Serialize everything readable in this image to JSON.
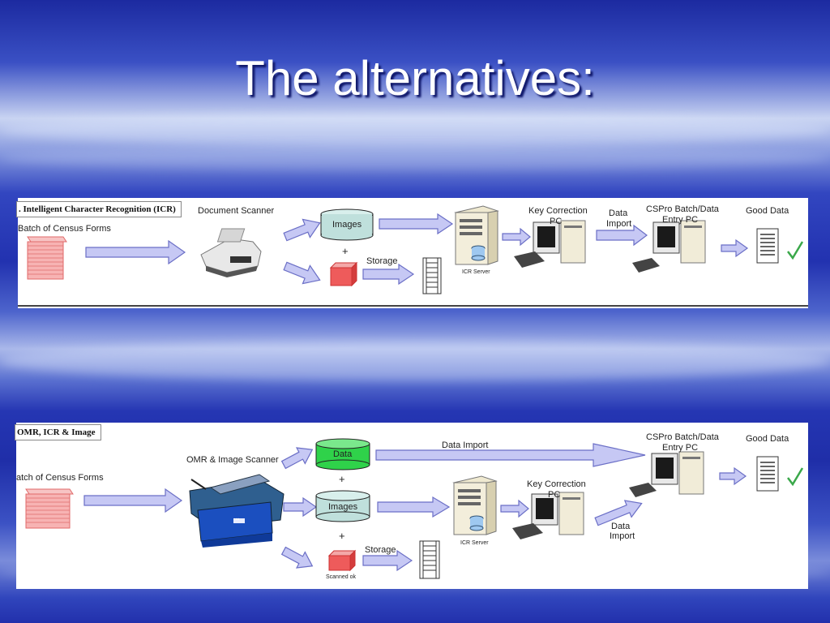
{
  "slide": {
    "title": "The alternatives:"
  },
  "icr_panel": {
    "section_label": ". Intelligent Character Recognition (ICR)",
    "batch_label": "Batch of Census Forms",
    "scanner_label": "Document Scanner",
    "images_label": "Images",
    "plus_label": "+",
    "storage_label": "Storage",
    "icr_server_label": "ICR Server",
    "key_correction_label_1": "Key Correction",
    "key_correction_label_2": "PC",
    "data_import_label_1": "Data",
    "data_import_label_2": "Import",
    "cspro_label_1": "CSPro Batch/Data",
    "cspro_label_2": "Entry PC",
    "good_data_label": "Good Data"
  },
  "omr_panel": {
    "section_label": "OMR, ICR & Image",
    "batch_label": "atch of Census Forms",
    "scanner_label": "OMR & Image Scanner",
    "data_label": "Data",
    "plus_label_1": "+",
    "images_label": "Images",
    "plus_label_2": "+",
    "storage_label": "Storage",
    "scanned_label": "Scanned ok",
    "data_import_label": "Data Import",
    "icr_server_label": "ICR Server",
    "key_correction_label_1": "Key Correction",
    "key_correction_label_2": "PC",
    "data_import_label_1": "Data",
    "data_import_label_2": "Import",
    "cspro_label_1": "CSPro Batch/Data",
    "cspro_label_2": "Entry PC",
    "good_data_label": "Good Data",
    "scanner_badge": "▪▪▪"
  },
  "colors": {
    "arrow_fill": "#c6c8f4",
    "arrow_stroke": "#6b6fc6",
    "images_cylinder": "#bfe0dc",
    "data_cylinder": "#2fd24a",
    "forms_red": "#f08a8a",
    "check_green": "#3aa84a"
  }
}
